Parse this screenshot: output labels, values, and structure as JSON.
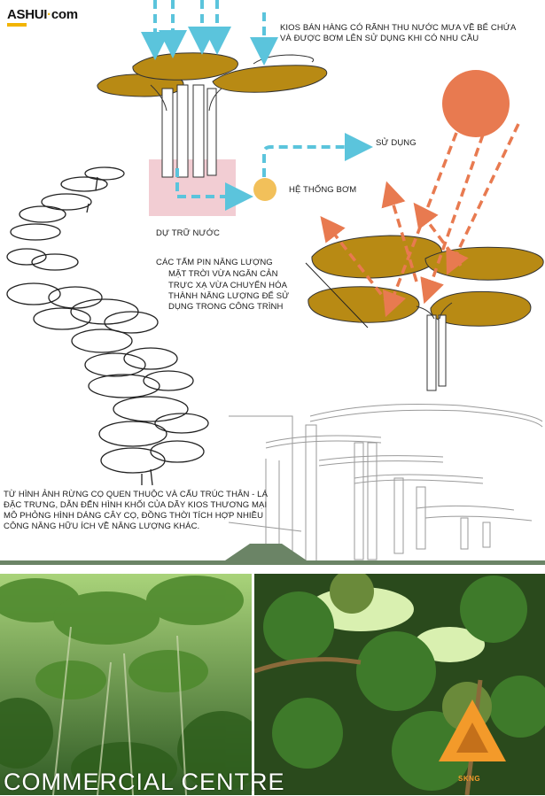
{
  "logo": {
    "text_left": "ASHUI",
    "dot": "·",
    "text_right": "com"
  },
  "labels": {
    "rain_kiosk": "KIOS BÁN HÀNG CÓ RÃNH THU NƯỚC MƯA VỀ BỂ CHỨA",
    "rain_kiosk_2": "VÀ ĐƯỢC BƠM LÊN SỬ DỤNG KHI CÓ NHU CẦU",
    "use": "SỬ DỤNG",
    "pump": "HỆ THỐNG BƠM",
    "reserve": "DỰ TRỮ NƯỚC",
    "solar_1": "CÁC TẤM PIN NĂNG LƯỢNG",
    "solar_2": "MẶT TRỜI  VỪA NGĂN CẢN",
    "solar_3": "TRỰC XẠ VỪA CHUYỂN HÓA",
    "solar_4": "THÀNH NĂNG LƯỢNG ĐỂ SỬ",
    "solar_5": "DỤNG TRONG CÔNG TRÌNH",
    "intro_1": "TỪ HÌNH ẢNH RỪNG CỌ QUEN THUỘC VÀ CẤU TRÚC THÂN - LÁ",
    "intro_2": "ĐẶC TRƯNG, DẪN ĐẾN  HÌNH KHỐI CỦA DÃY KIOS THƯƠNG MẠI",
    "intro_3": "MÔ PHỎNG  HÌNH DÁNG CÂY CỌ, ĐỒNG THỜI TÍCH HỢP NHIỀU",
    "intro_4": "CÔNG NĂNG HỮU ÍCH VỀ NĂNG LƯỢNG KHÁC."
  },
  "footer": {
    "title": "COMMERCIAL CENTRE",
    "brand": "SKNG"
  },
  "colors": {
    "water": "#5bc4dc",
    "ochre": "#b88a14",
    "sun": "#e87a50",
    "pump": "#f2c05a",
    "reserve": "#f2cdd3",
    "band": "#6b8466",
    "brand": "#f39a2a",
    "logo_accent": "#f2b400"
  }
}
